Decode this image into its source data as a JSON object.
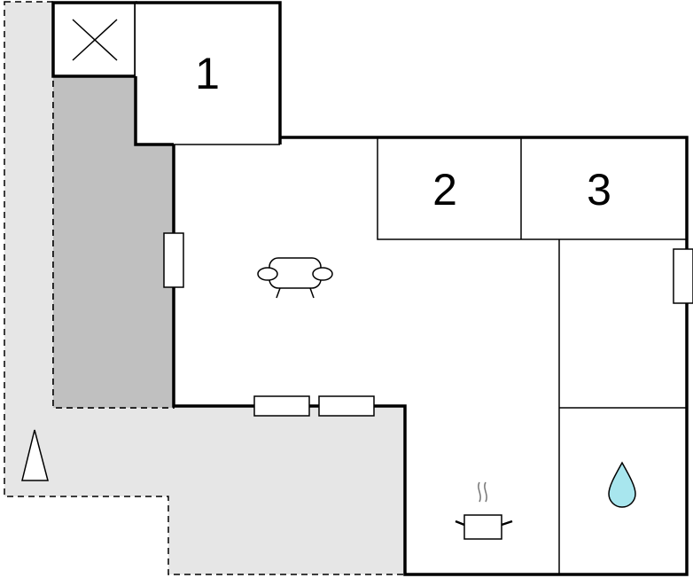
{
  "floorplan": {
    "rooms": [
      {
        "id": "room-1",
        "label": "1"
      },
      {
        "id": "room-2",
        "label": "2"
      },
      {
        "id": "room-3",
        "label": "3"
      }
    ],
    "icons": [
      "storage-cross-icon",
      "sofa-icon",
      "cooking-pot-icon",
      "water-drop-icon",
      "north-arrow-icon"
    ],
    "colors": {
      "wall": "#000000",
      "terrace": "#e6e6e6",
      "covered-terrace": "#c0c0c0",
      "water": "#a8e6ee"
    }
  }
}
